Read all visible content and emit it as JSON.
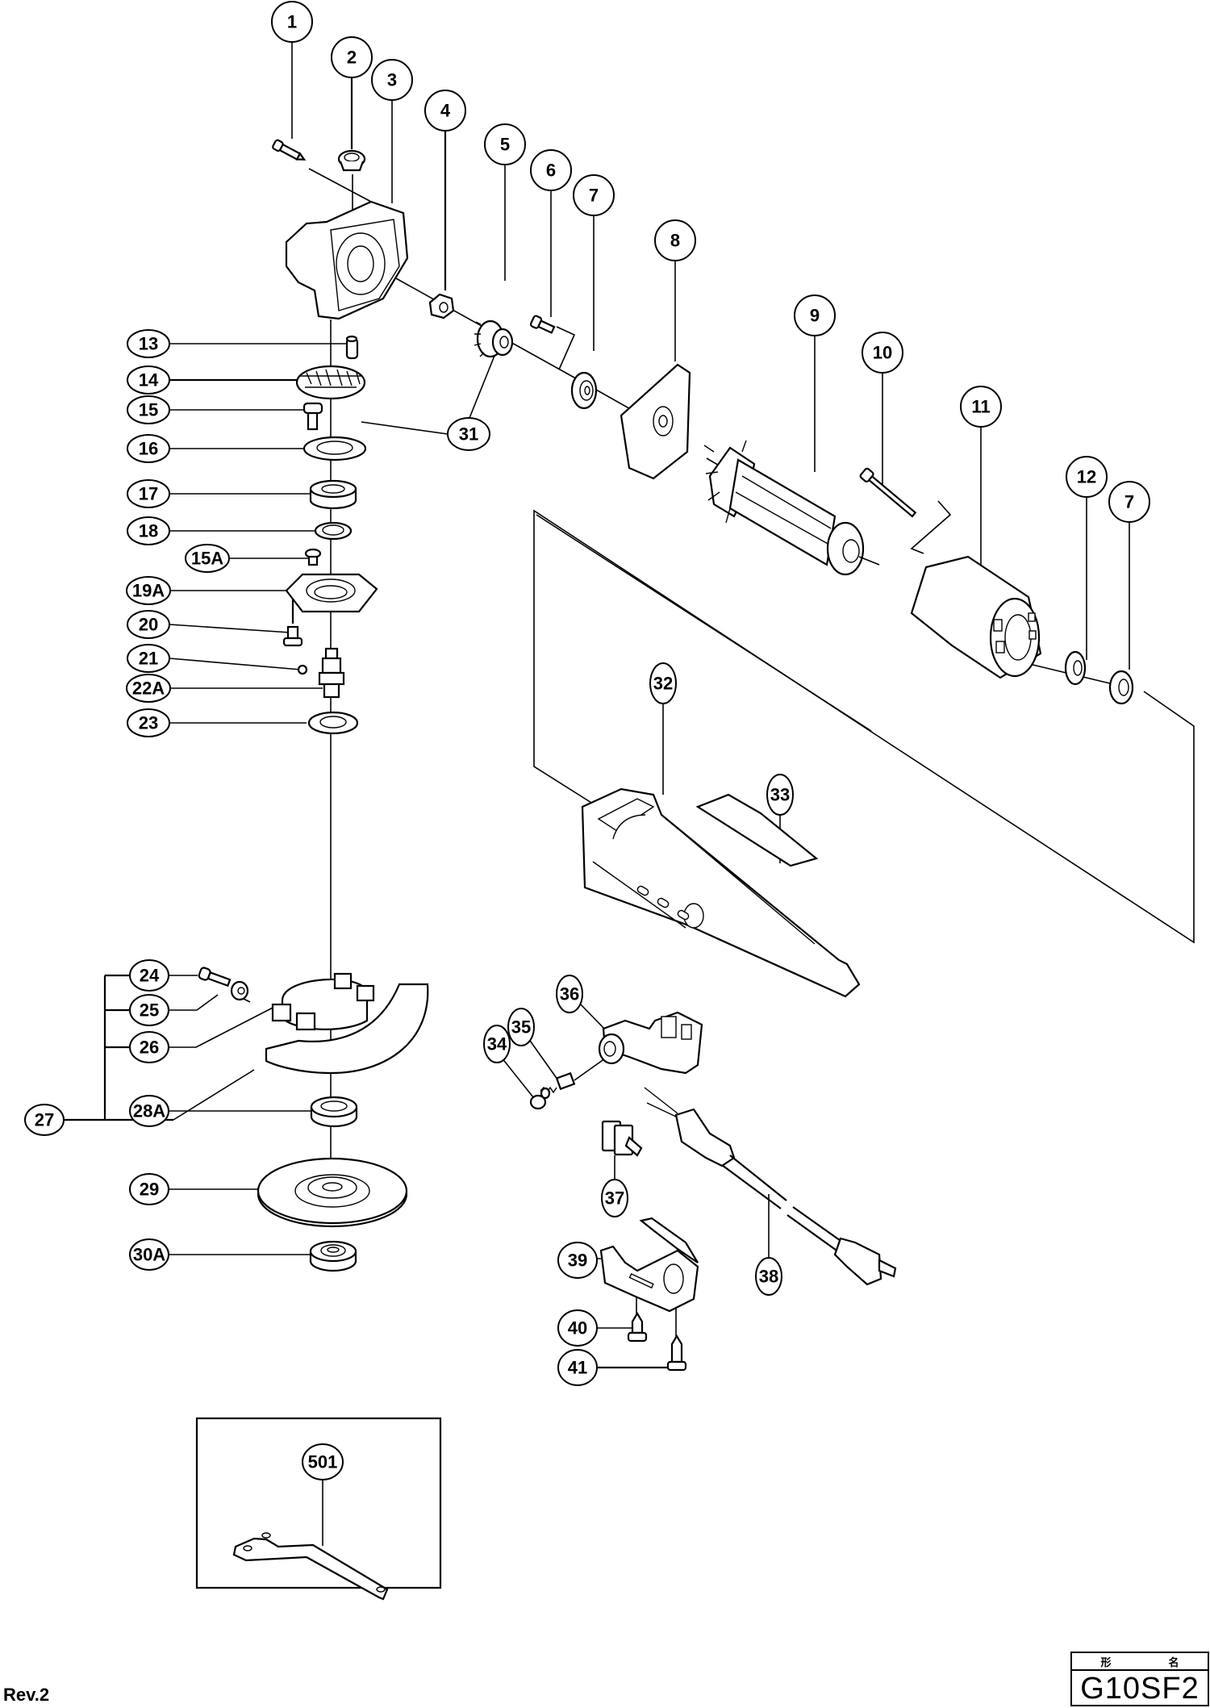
{
  "document": {
    "revision": "Rev.2",
    "model_header": [
      "形",
      "名"
    ],
    "model_name": "G10SF2"
  },
  "callouts": [
    {
      "id": "1",
      "label": "1"
    },
    {
      "id": "2",
      "label": "2"
    },
    {
      "id": "3",
      "label": "3"
    },
    {
      "id": "4",
      "label": "4"
    },
    {
      "id": "5",
      "label": "5"
    },
    {
      "id": "6",
      "label": "6"
    },
    {
      "id": "7a",
      "label": "7"
    },
    {
      "id": "8",
      "label": "8"
    },
    {
      "id": "9",
      "label": "9"
    },
    {
      "id": "10",
      "label": "10"
    },
    {
      "id": "11",
      "label": "11"
    },
    {
      "id": "12",
      "label": "12"
    },
    {
      "id": "7b",
      "label": "7"
    },
    {
      "id": "13",
      "label": "13"
    },
    {
      "id": "14",
      "label": "14"
    },
    {
      "id": "31",
      "label": "31"
    },
    {
      "id": "15",
      "label": "15"
    },
    {
      "id": "16",
      "label": "16"
    },
    {
      "id": "17",
      "label": "17"
    },
    {
      "id": "18",
      "label": "18"
    },
    {
      "id": "15A",
      "label": "15A"
    },
    {
      "id": "19A",
      "label": "19A"
    },
    {
      "id": "20",
      "label": "20"
    },
    {
      "id": "21",
      "label": "21"
    },
    {
      "id": "22A",
      "label": "22A"
    },
    {
      "id": "23",
      "label": "23"
    },
    {
      "id": "24",
      "label": "24"
    },
    {
      "id": "25",
      "label": "25"
    },
    {
      "id": "26",
      "label": "26"
    },
    {
      "id": "27",
      "label": "27"
    },
    {
      "id": "28A",
      "label": "28A"
    },
    {
      "id": "29",
      "label": "29"
    },
    {
      "id": "30A",
      "label": "30A"
    },
    {
      "id": "501",
      "label": "501"
    },
    {
      "id": "32",
      "label": "32"
    },
    {
      "id": "33",
      "label": "33"
    },
    {
      "id": "36",
      "label": "36"
    },
    {
      "id": "35",
      "label": "35"
    },
    {
      "id": "34",
      "label": "34"
    },
    {
      "id": "37",
      "label": "37"
    },
    {
      "id": "38",
      "label": "38"
    },
    {
      "id": "39",
      "label": "39"
    },
    {
      "id": "40",
      "label": "40"
    },
    {
      "id": "41",
      "label": "41"
    }
  ]
}
